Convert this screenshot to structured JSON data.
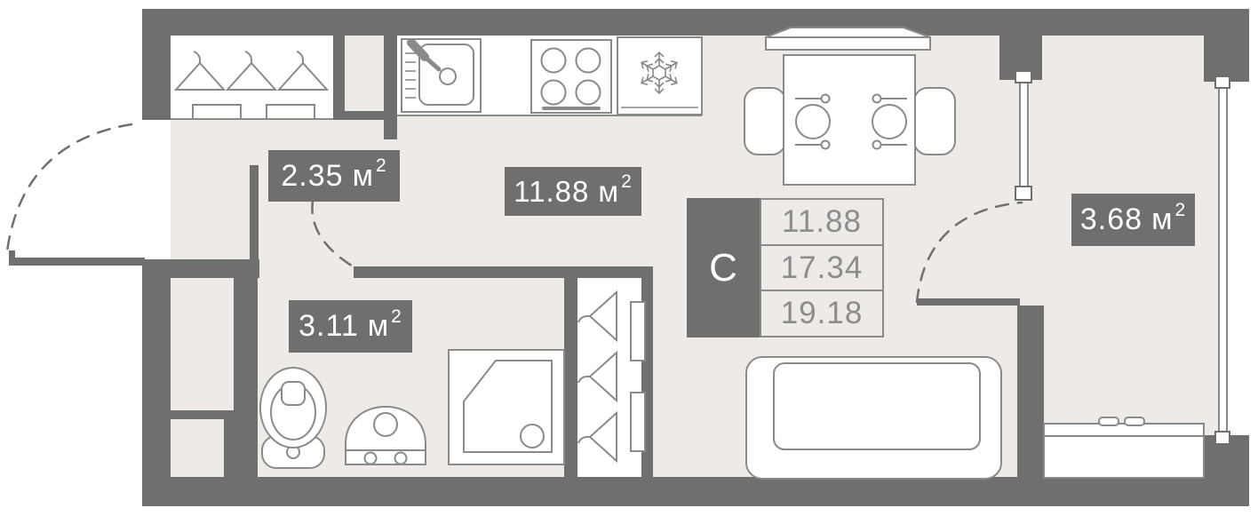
{
  "floorplan": {
    "unit_label": "м",
    "unit_sup": "2",
    "areas": {
      "hallway": "2.35",
      "living_kitchen": "11.88",
      "bathroom": "3.11",
      "balcony": "3.68"
    },
    "legend_table": {
      "type_label": "С",
      "values": [
        "11.88",
        "17.34",
        "19.18"
      ]
    },
    "colors": {
      "wall": "#6F6F6E",
      "floor": "#EDEAE8",
      "fixture_outline": "#8A8A89",
      "badge_bg": "#716F6E",
      "badge_text": "#FFFFFF",
      "table_text": "#8C8C8B",
      "background": "#FFFFFF"
    }
  }
}
